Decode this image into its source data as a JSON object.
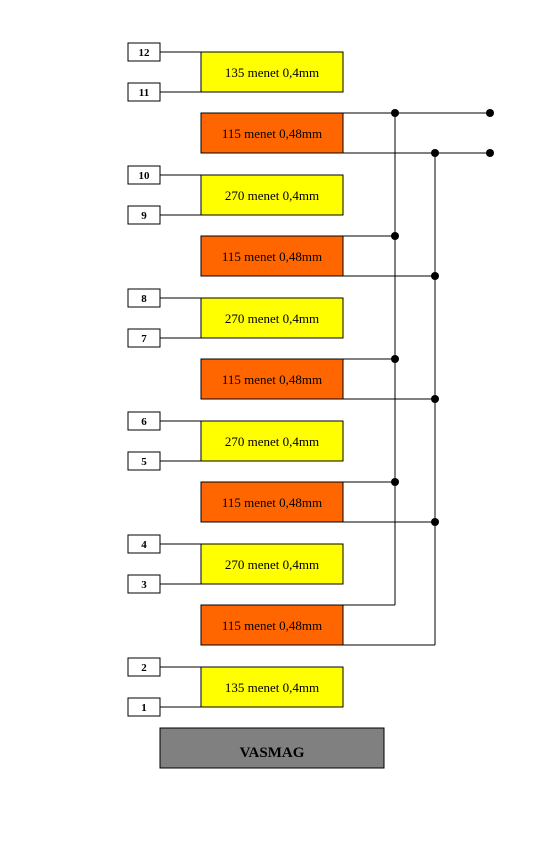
{
  "coils": [
    {
      "label": "135 menet 0,4mm",
      "color": "#ffff00",
      "terminals": [
        "12",
        "11"
      ]
    },
    {
      "label": "115 menet 0,48mm",
      "color": "#ff6600"
    },
    {
      "label": "270 menet 0,4mm",
      "color": "#ffff00",
      "terminals": [
        "10",
        "9"
      ]
    },
    {
      "label": "115 menet 0,48mm",
      "color": "#ff6600"
    },
    {
      "label": "270 menet 0,4mm",
      "color": "#ffff00",
      "terminals": [
        "8",
        "7"
      ]
    },
    {
      "label": "115 menet 0,48mm",
      "color": "#ff6600"
    },
    {
      "label": "270 menet 0,4mm",
      "color": "#ffff00",
      "terminals": [
        "6",
        "5"
      ]
    },
    {
      "label": "115 menet 0,48mm",
      "color": "#ff6600"
    },
    {
      "label": "270 menet 0,4mm",
      "color": "#ffff00",
      "terminals": [
        "4",
        "3"
      ]
    },
    {
      "label": "115 menet 0,48mm",
      "color": "#ff6600"
    },
    {
      "label": "135 menet 0,4mm",
      "color": "#ffff00",
      "terminals": [
        "2",
        "1"
      ]
    }
  ],
  "core": {
    "label": "VASMAG",
    "color": "#808080"
  }
}
